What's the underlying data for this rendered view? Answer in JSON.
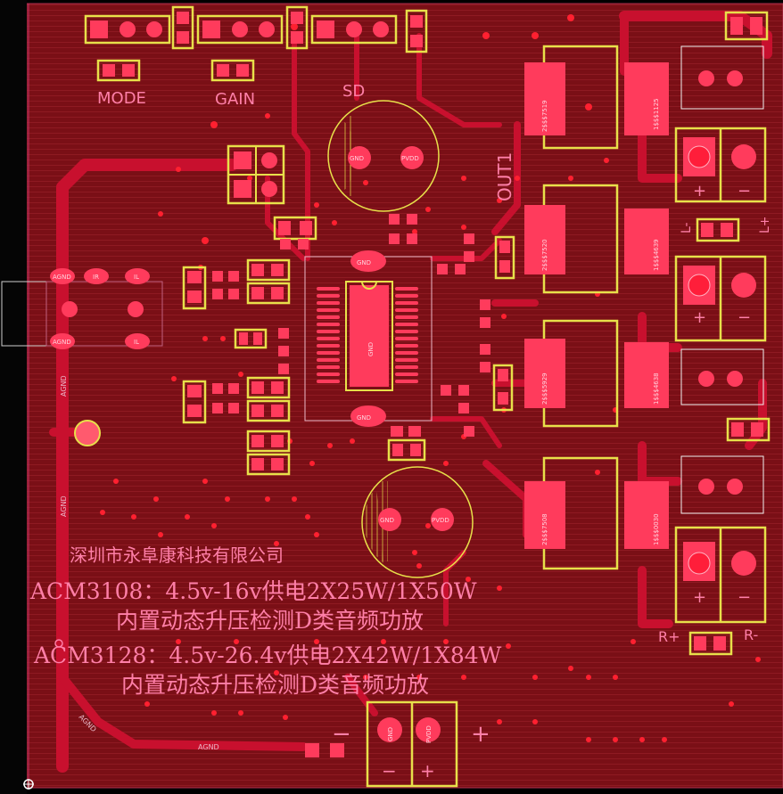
{
  "board": {
    "background": "#7a0f16",
    "copper": "#c8102e",
    "silkscreen": "#ff7fa8",
    "outline": "#e8e04a"
  },
  "labels": {
    "mode": "MODE",
    "gain": "GAIN",
    "sd": "SD",
    "out1": "OUT1",
    "l_minus": "L-",
    "l_plus": "L+",
    "r_plus": "R+",
    "r_minus": "R-",
    "minus": "−",
    "plus": "+"
  },
  "pad_labels": {
    "gnd": "GND",
    "pvdd": "PVDD",
    "agnd": "AGND",
    "in_r": "IR",
    "in_l": "IL"
  },
  "cap_ids": {
    "c1": "2$$$7519",
    "c2": "1$$$1125",
    "c3": "2$$$7520",
    "c4": "1$$$4639",
    "c5": "2$$$5929",
    "c6": "1$$$4638",
    "c7": "2$$$7508",
    "c8": "1$$$0030"
  },
  "company": "深圳市永阜康科技有限公司",
  "spec_lines": [
    "ACM3108：4.5v-16v供电2X25W/1X50W",
    "内置动态升压检测D类音频功放",
    "ACM3128：4.5v-26.4v供电2X42W/1X84W",
    "内置动态升压检测D类音频功放"
  ]
}
